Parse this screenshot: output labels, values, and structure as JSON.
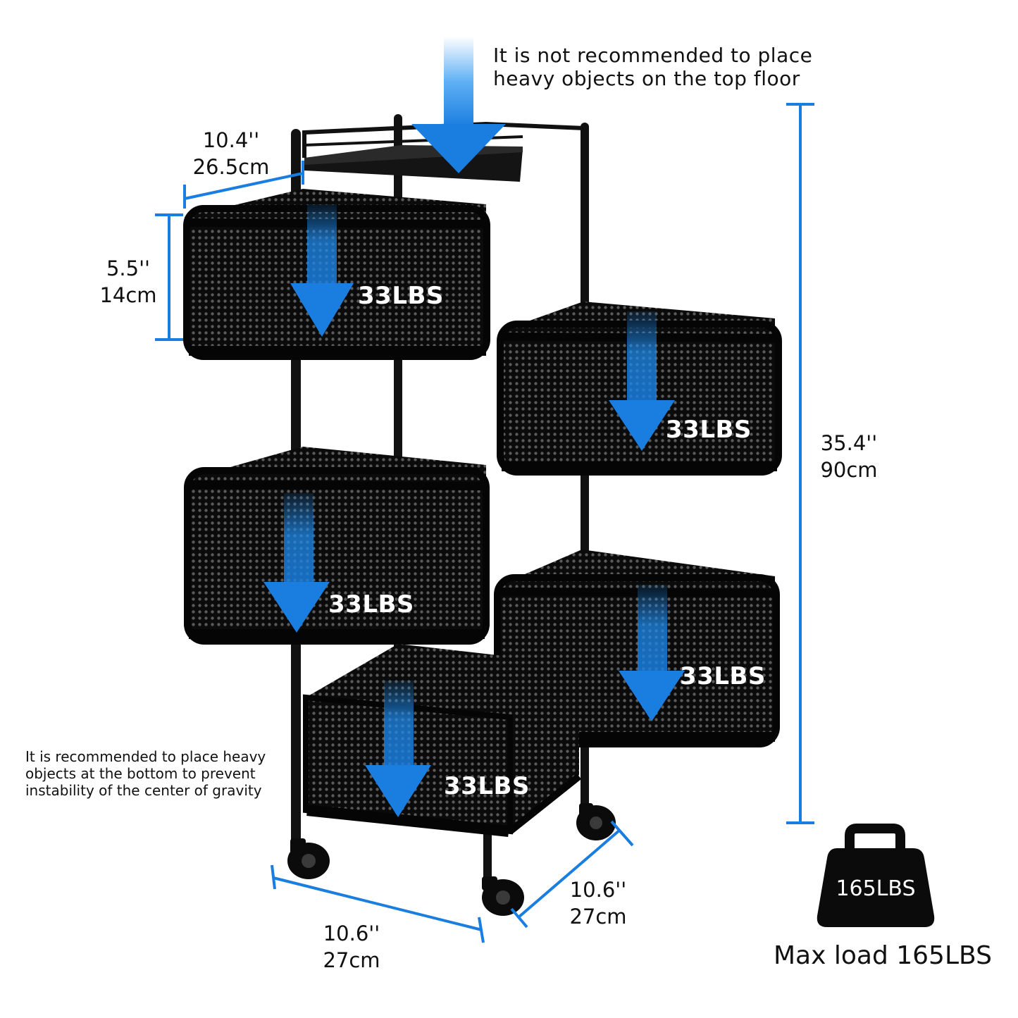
{
  "notes": {
    "top": [
      "It is not recommended to place",
      "heavy objects on the top floor"
    ],
    "bottom": [
      "It is recommended to place heavy",
      "objects at the bottom to prevent",
      "instability of the center of gravity"
    ]
  },
  "dimensions": {
    "top_width": {
      "in": "10.4''",
      "cm": "26.5cm"
    },
    "basket_height": {
      "in": "5.5''",
      "cm": "14cm"
    },
    "total_height": {
      "in": "35.4''",
      "cm": "90cm"
    },
    "base_width": {
      "in": "10.6''",
      "cm": "27cm"
    },
    "base_depth": {
      "in": "10.6''",
      "cm": "27cm"
    }
  },
  "basket_loads": [
    "33LBS",
    "33LBS",
    "33LBS",
    "33LBS",
    "33LBS"
  ],
  "max_load": {
    "bag_label": "165LBS",
    "caption": "Max load 165LBS"
  },
  "colors": {
    "dimension_blue": "#1a7ee0",
    "arrow_blue": "#1f8df0",
    "frame": "#111111"
  }
}
